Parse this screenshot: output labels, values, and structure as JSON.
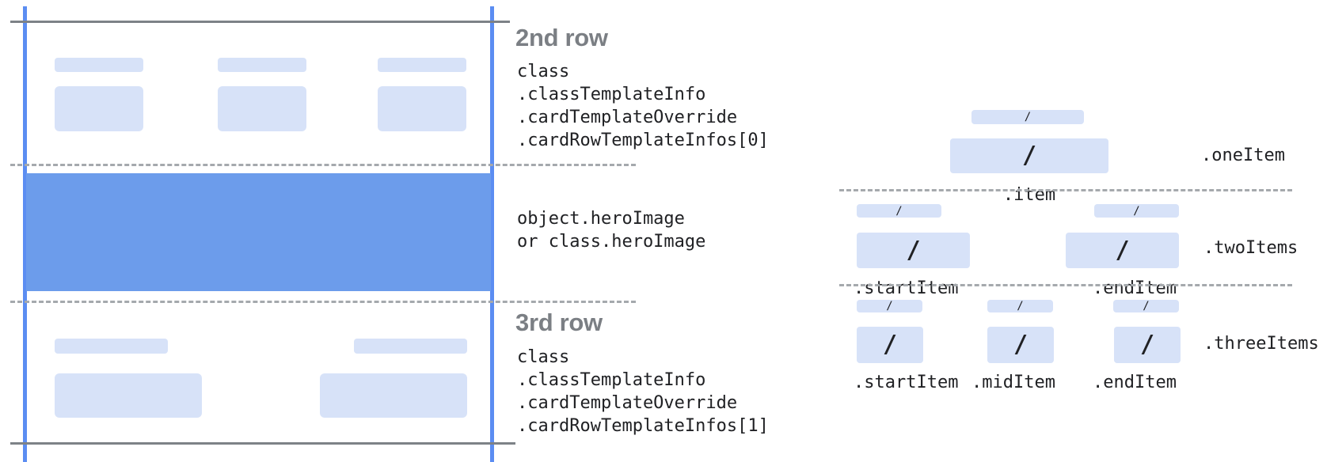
{
  "colors": {
    "accent_blue": "#5b8df2",
    "hero_blue": "#6c9ceb",
    "field_blue": "#d7e2f8",
    "text_dark": "#202124",
    "heading_gray": "#7b7f84",
    "line_gray": "#7d8287",
    "dash_gray": "#a5a9ad"
  },
  "left_card": {
    "row2": {
      "heading": "2nd row",
      "code_lines": [
        "class",
        ".classTemplateInfo",
        ".cardTemplateOverride",
        ".cardRowTemplateInfos[0]"
      ]
    },
    "hero": {
      "code_lines": [
        "object.heroImage",
        "or class.heroImage"
      ]
    },
    "row3": {
      "heading": "3rd row",
      "code_lines": [
        "class",
        ".classTemplateInfo",
        ".cardTemplateOverride",
        ".cardRowTemplateInfos[1]"
      ]
    }
  },
  "row_templates": {
    "slash": "/",
    "one_item": {
      "row_label": ".oneItem",
      "item_labels": [
        ".item"
      ]
    },
    "two_items": {
      "row_label": ".twoItems",
      "item_labels": [
        ".startItem",
        ".endItem"
      ]
    },
    "three_items": {
      "row_label": ".threeItems",
      "item_labels": [
        ".startItem",
        ".midItem",
        ".endItem"
      ]
    }
  }
}
